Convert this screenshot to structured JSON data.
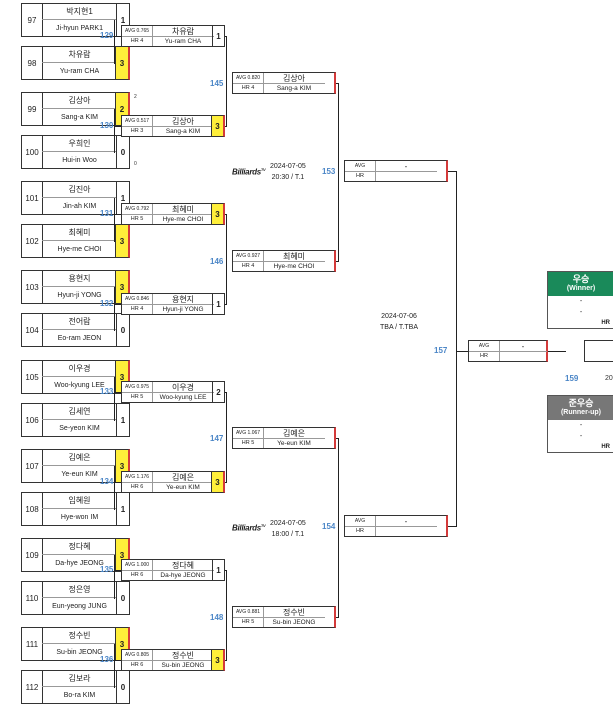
{
  "r1_players": [
    {
      "seed": "97",
      "kname": "박지현1",
      "ename": "Ji-hyun PARK1",
      "score": "1",
      "win": false
    },
    {
      "seed": "98",
      "kname": "차유람",
      "ename": "Yu-ram CHA",
      "score": "3",
      "win": true
    },
    {
      "seed": "99",
      "kname": "김상아",
      "ename": "Sang-a KIM",
      "score": "2",
      "win": true,
      "side": "2"
    },
    {
      "seed": "100",
      "kname": "우희인",
      "ename": "Hui-in Woo",
      "score": "0",
      "win": false,
      "side": "0"
    },
    {
      "seed": "101",
      "kname": "김진아",
      "ename": "Jin-ah KIM",
      "score": "1",
      "win": false
    },
    {
      "seed": "102",
      "kname": "최혜미",
      "ename": "Hye-me CHOI",
      "score": "3",
      "win": true
    },
    {
      "seed": "103",
      "kname": "용현지",
      "ename": "Hyun-ji YONG",
      "score": "3",
      "win": true
    },
    {
      "seed": "104",
      "kname": "전어람",
      "ename": "Eo-ram JEON",
      "score": "0",
      "win": false
    },
    {
      "seed": "105",
      "kname": "이우경",
      "ename": "Woo-kyung LEE",
      "score": "3",
      "win": true
    },
    {
      "seed": "106",
      "kname": "김세연",
      "ename": "Se-yeon KIM",
      "score": "1",
      "win": false
    },
    {
      "seed": "107",
      "kname": "김예은",
      "ename": "Ye-eun KIM",
      "score": "3",
      "win": true
    },
    {
      "seed": "108",
      "kname": "임혜원",
      "ename": "Hye-won IM",
      "score": "1",
      "win": false
    },
    {
      "seed": "109",
      "kname": "정다혜",
      "ename": "Da-hye JEONG",
      "score": "3",
      "win": true
    },
    {
      "seed": "110",
      "kname": "정은영",
      "ename": "Eun-yeong JUNG",
      "score": "0",
      "win": false
    },
    {
      "seed": "111",
      "kname": "정수빈",
      "ename": "Su-bin JEONG",
      "score": "3",
      "win": true
    },
    {
      "seed": "112",
      "kname": "김보라",
      "ename": "Bo-ra KIM",
      "score": "0",
      "win": false
    }
  ],
  "r1_match_nums": [
    "129",
    "130",
    "131",
    "132",
    "133",
    "134",
    "135",
    "136"
  ],
  "r2": [
    {
      "avg": "AVG 0.765",
      "hr": "HR 4",
      "kname": "차유람",
      "ename": "Yu-ram CHA",
      "score": "1",
      "win": false
    },
    {
      "avg": "AVG 0.517",
      "hr": "HR 3",
      "kname": "김상아",
      "ename": "Sang-a KIM",
      "score": "3",
      "win": true
    },
    {
      "avg": "AVG 0.792",
      "hr": "HR 5",
      "kname": "최혜미",
      "ename": "Hye-me CHOI",
      "score": "3",
      "win": true
    },
    {
      "avg": "AVG 0.846",
      "hr": "HR 4",
      "kname": "용현지",
      "ename": "Hyun-ji YONG",
      "score": "1",
      "win": false
    },
    {
      "avg": "AVG 0.975",
      "hr": "HR 5",
      "kname": "이우경",
      "ename": "Woo-kyung LEE",
      "score": "2",
      "win": false
    },
    {
      "avg": "AVG 1.176",
      "hr": "HR 6",
      "kname": "김예은",
      "ename": "Ye-eun KIM",
      "score": "3",
      "win": true
    },
    {
      "avg": "AVG 1.000",
      "hr": "HR 6",
      "kname": "정다혜",
      "ename": "Da-hye JEONG",
      "score": "1",
      "win": false
    },
    {
      "avg": "AVG 0.805",
      "hr": "HR 6",
      "kname": "정수빈",
      "ename": "Su-bin JEONG",
      "score": "3",
      "win": true
    }
  ],
  "r2_match_nums": [
    "145",
    "146",
    "147",
    "148"
  ],
  "r3": [
    {
      "avg": "AVG 0.820",
      "hr": "HR 4",
      "kname": "김상아",
      "ename": "Sang-a KIM"
    },
    {
      "avg": "AVG 0.927",
      "hr": "HR 4",
      "kname": "최혜미",
      "ename": "Hye-me CHOI"
    },
    {
      "avg": "AVG 1.067",
      "hr": "HR 5",
      "kname": "김예은",
      "ename": "Ye-eun KIM"
    },
    {
      "avg": "AVG 0.881",
      "hr": "HR 5",
      "kname": "정수빈",
      "ename": "Su-bin JEONG"
    }
  ],
  "r3_match_nums": [
    "153",
    "154"
  ],
  "r4": [
    {
      "avg": "AVG",
      "hr": "HR",
      "value": "-"
    },
    {
      "avg": "AVG",
      "hr": "HR",
      "value": "-"
    }
  ],
  "r4_match_num": "157",
  "final": {
    "avg": "AVG",
    "hr": "HR",
    "value": "-"
  },
  "final_match_num": "159",
  "final_match_trunc": "20",
  "schedule_top": {
    "date": "2024-07-05",
    "time": "20:30 / T.1"
  },
  "schedule_bottom": {
    "date": "2024-07-05",
    "time": "18:00 / T.1"
  },
  "schedule_semi": {
    "date": "2024-07-06",
    "time": "TBA / T.TBA"
  },
  "logo": {
    "text": "Billiards",
    "tm": "TV"
  },
  "winner": {
    "title": "우승",
    "sub": "(Winner)",
    "rows": [
      "-",
      "-"
    ],
    "hr": "HR",
    "color": "#1a8a5a"
  },
  "runner_up": {
    "title": "준우승",
    "sub": "(Runner-up)",
    "rows": [
      "-",
      "-"
    ],
    "hr": "HR",
    "color": "#777777"
  }
}
